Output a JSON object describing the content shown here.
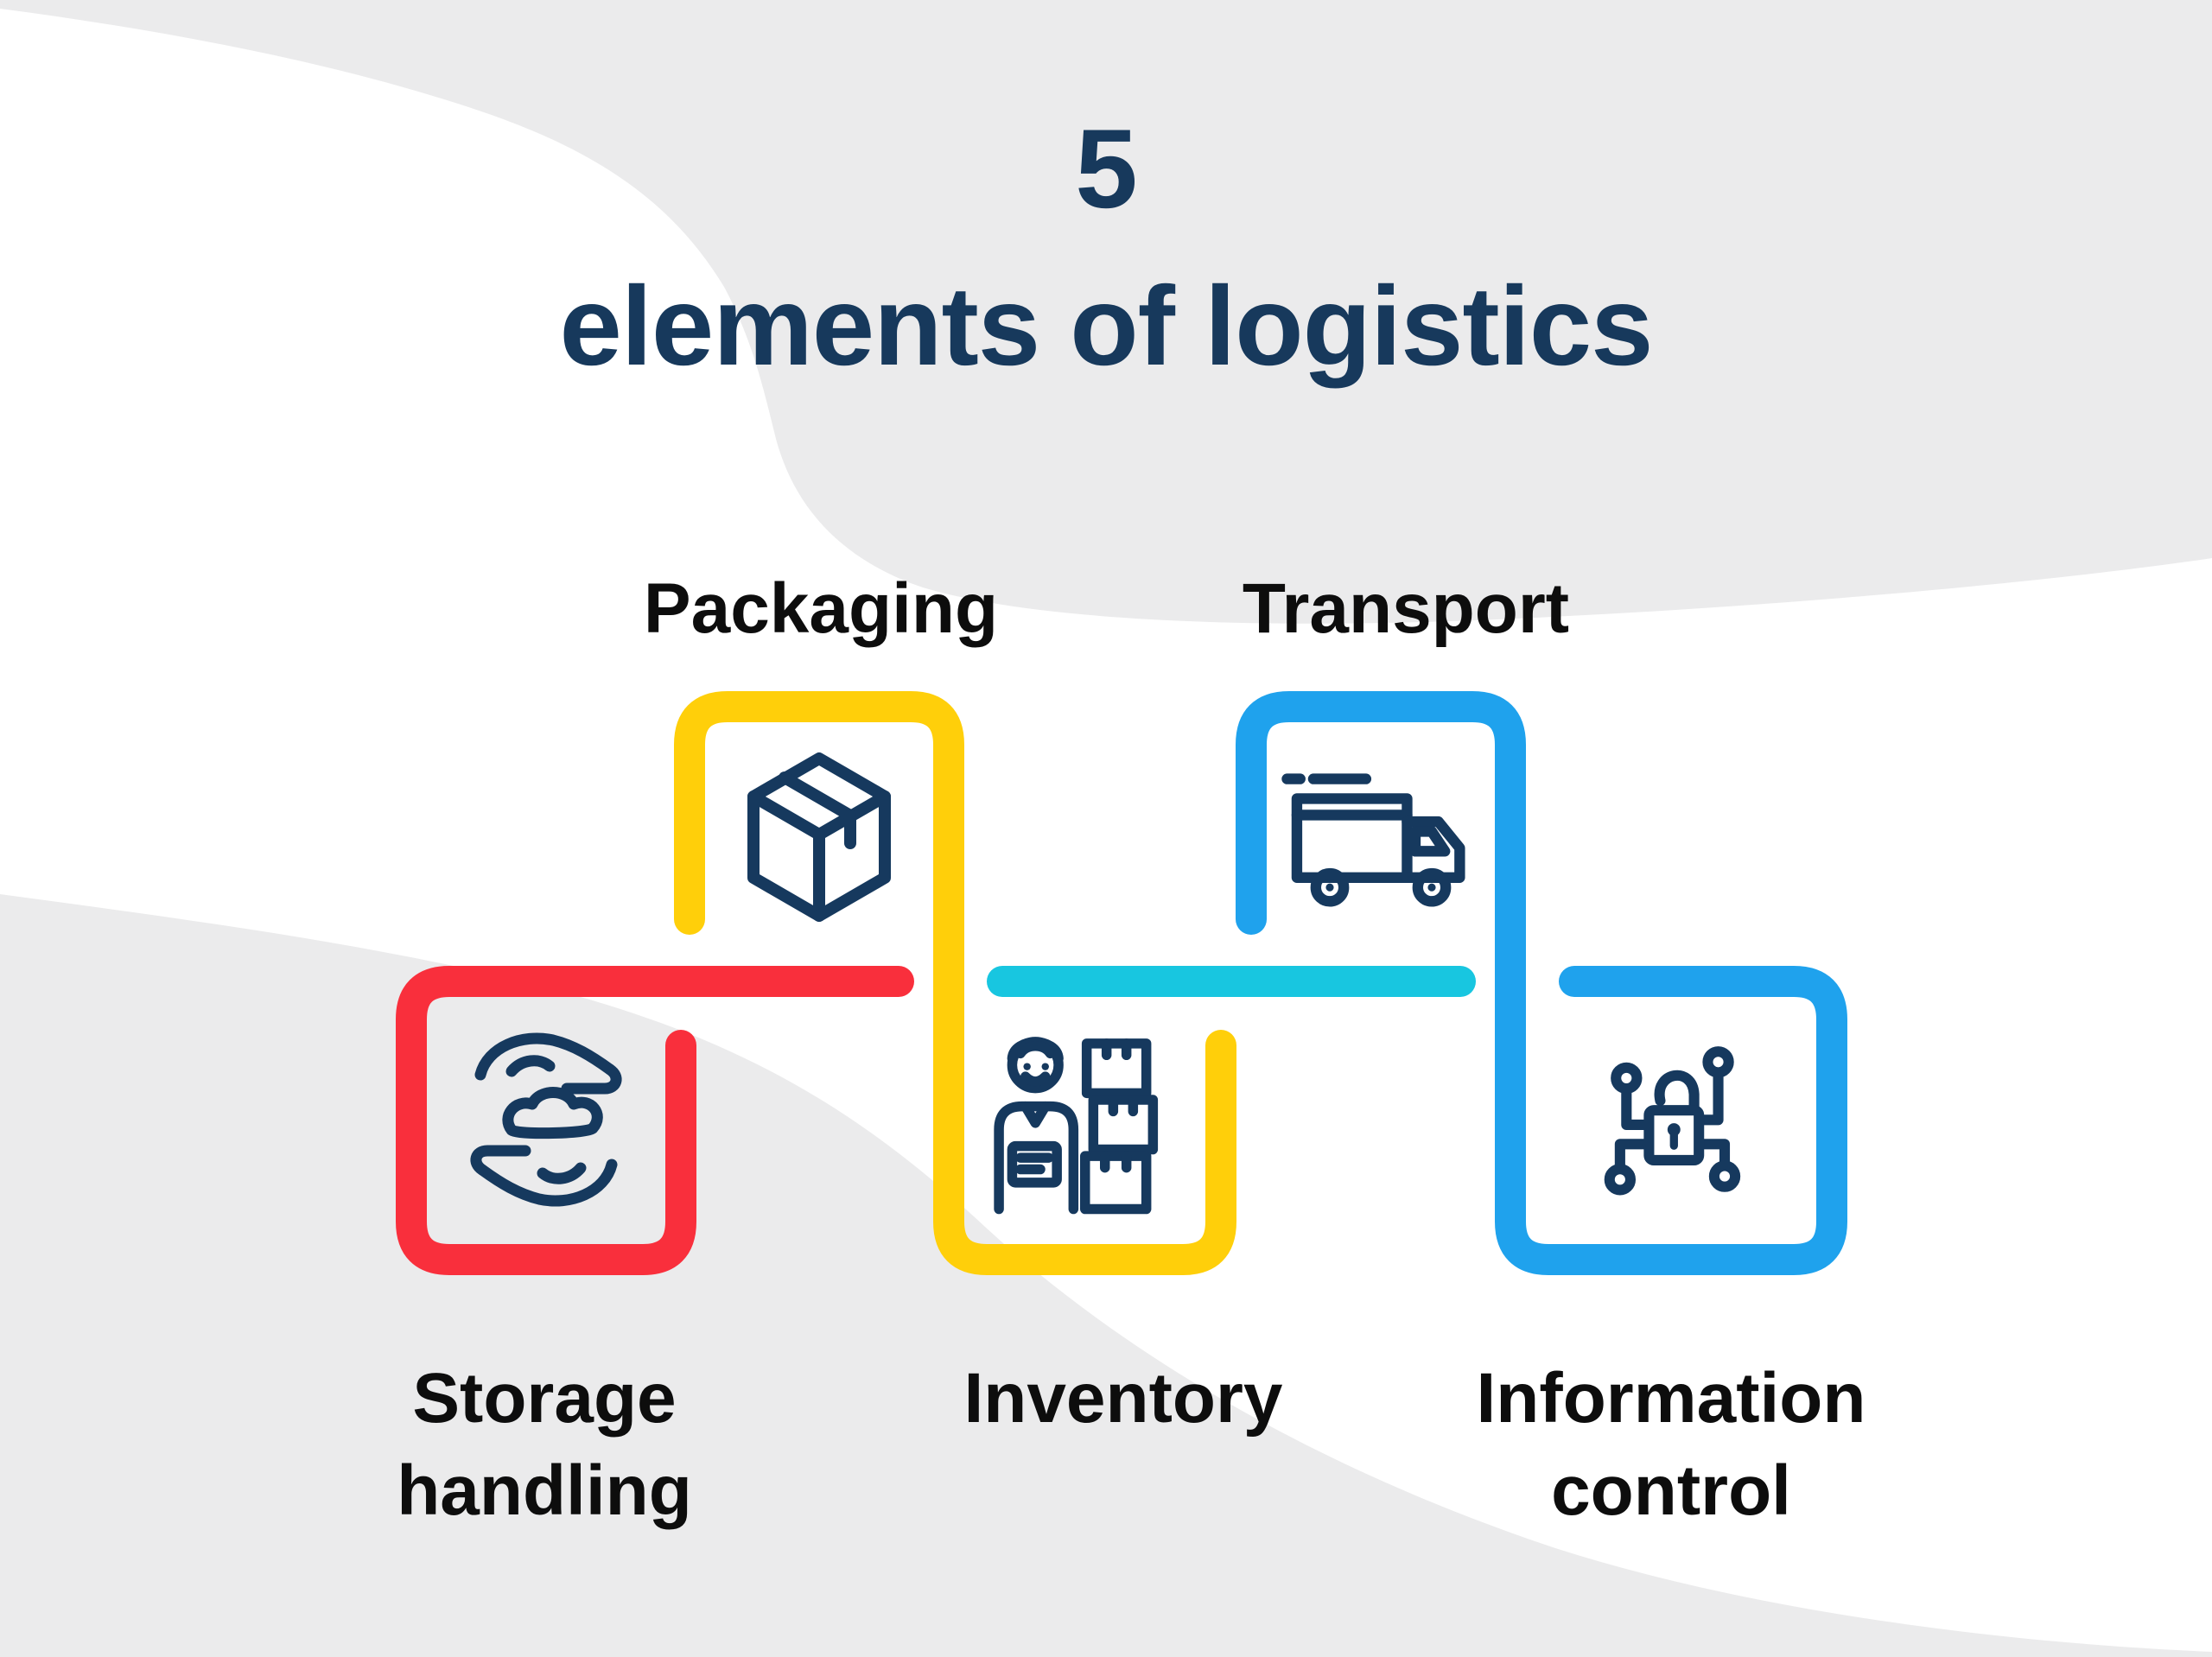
{
  "title": {
    "number": "5",
    "text": "elements of logistics"
  },
  "nodes": [
    {
      "key": "packaging",
      "label": "Packaging",
      "accent": "#FFCF0A",
      "icon": "package-box-icon"
    },
    {
      "key": "transport",
      "label": "Transport",
      "accent": "#1FA2ED",
      "icon": "delivery-truck-icon"
    },
    {
      "key": "storage_handling",
      "label": "Storage handling",
      "accent": "#F92F3C",
      "icon": "hands-cloud-icon"
    },
    {
      "key": "inventory",
      "label": "Inventory",
      "accent": "#FFCF0A",
      "icon": "warehouse-worker-boxes-icon"
    },
    {
      "key": "information_control",
      "label": "Information control",
      "accent": "#1FA2ED",
      "icon": "padlock-circuit-icon"
    }
  ],
  "colors": {
    "title_navy": "#17395C",
    "label_black": "#0D0D0D",
    "icon_navy": "#16395E",
    "yellow": "#FFCF0A",
    "red": "#F92F3C",
    "azure_blue": "#1FA2ED",
    "cyan_connector": "#18C6E0",
    "background": "#FFFFFF",
    "background_shape_gray": "#EBEBEC"
  }
}
